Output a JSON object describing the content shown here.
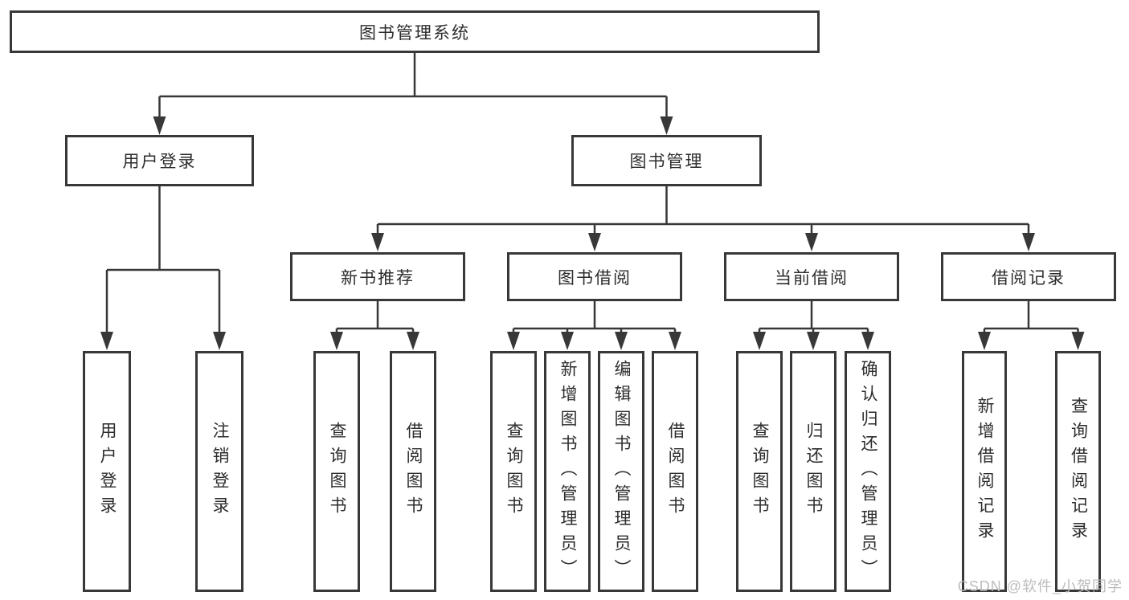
{
  "diagram_title": "图书管理系统",
  "nodes": {
    "root": {
      "label": "图书管理系统"
    },
    "user_login": {
      "label": "用户登录"
    },
    "book_management": {
      "label": "图书管理"
    },
    "new_book_recommend": {
      "label": "新书推荐"
    },
    "book_borrow": {
      "label": "图书借阅"
    },
    "current_borrow": {
      "label": "当前借阅"
    },
    "borrow_records": {
      "label": "借阅记录"
    },
    "ul_user_login": {
      "label": "用户登录"
    },
    "ul_logout": {
      "label": "注销登录"
    },
    "nb_query_books": {
      "label": "查询图书"
    },
    "nb_borrow_books": {
      "label": "借阅图书"
    },
    "bb_query_books": {
      "label": "查询图书"
    },
    "bb_add_books": {
      "label": "新增图书（管理员）"
    },
    "bb_edit_books": {
      "label": "编辑图书（管理员）"
    },
    "bb_borrow_books": {
      "label": "借阅图书"
    },
    "cb_query_books": {
      "label": "查询图书"
    },
    "cb_return_books": {
      "label": "归还图书"
    },
    "cb_confirm_return": {
      "label": "确认归还（管理员）"
    },
    "br_add_record": {
      "label": "新增借阅记录"
    },
    "br_query_record": {
      "label": "查询借阅记录"
    }
  },
  "hierarchy": {
    "root": "图书管理系统",
    "children": [
      {
        "label": "用户登录",
        "children": [
          "用户登录",
          "注销登录"
        ]
      },
      {
        "label": "图书管理",
        "children": [
          {
            "label": "新书推荐",
            "children": [
              "查询图书",
              "借阅图书"
            ]
          },
          {
            "label": "图书借阅",
            "children": [
              "查询图书",
              "新增图书（管理员）",
              "编辑图书（管理员）",
              "借阅图书"
            ]
          },
          {
            "label": "当前借阅",
            "children": [
              "查询图书",
              "归还图书",
              "确认归还（管理员）"
            ]
          },
          {
            "label": "借阅记录",
            "children": [
              "新增借阅记录",
              "查询借阅记录"
            ]
          }
        ]
      }
    ]
  },
  "watermark": {
    "text": "CSDN @软件_小贺同学"
  },
  "colors": {
    "line": "#383838",
    "border": "#383838",
    "text": "#2d2d2d",
    "watermark": "#b9b9b9",
    "background": "#ffffff"
  }
}
